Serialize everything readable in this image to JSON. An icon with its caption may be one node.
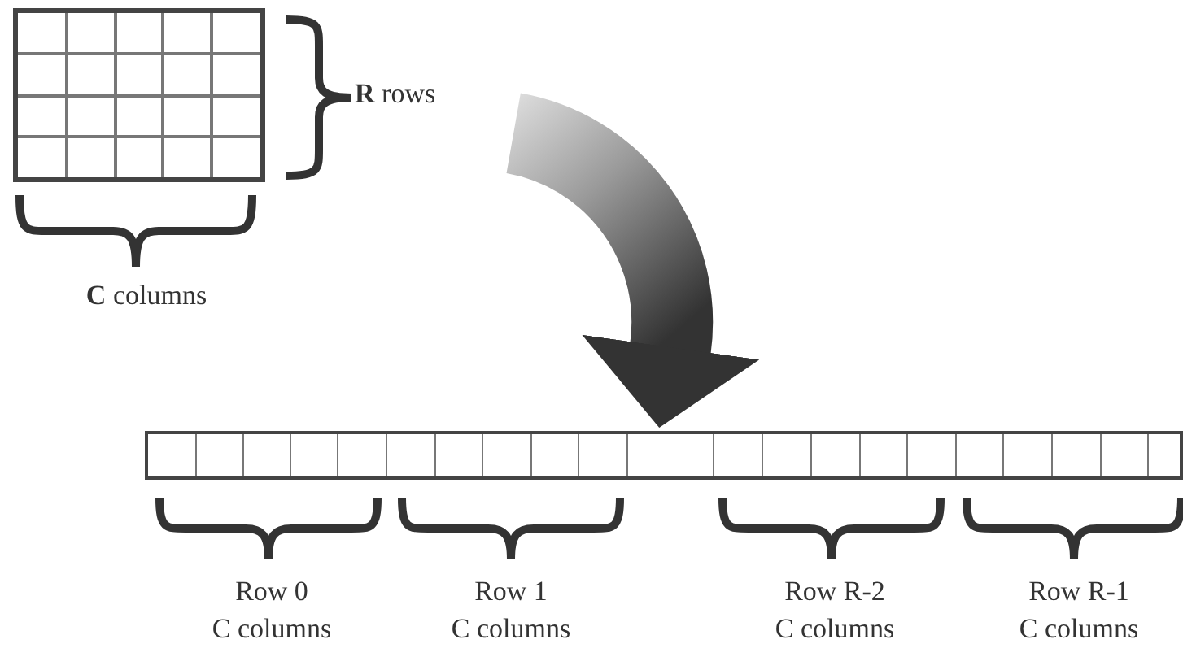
{
  "diagram": {
    "nodes": [
      {
        "text": [],
        "shape": "grid"
      },
      {
        "text": [],
        "shape": "bar"
      }
    ],
    "edges": [
      {
        "from": null,
        "to": 1,
        "arrow": "to",
        "style": "thick"
      }
    ],
    "labels": [
      "**R** rows",
      "**C** columns",
      "Row 0",
      "Row 1",
      "Row R-2",
      "Row R-1",
      "C columns",
      "C columns",
      "C columns",
      "C columns"
    ]
  }
}
